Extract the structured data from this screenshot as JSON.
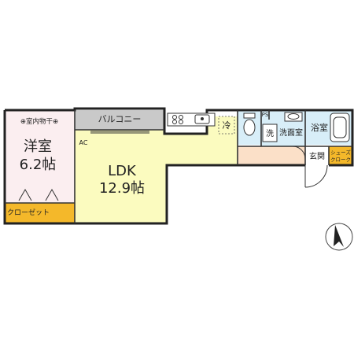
{
  "rooms": {
    "western": {
      "name": "洋室",
      "size": "6.2帖",
      "note": "⊕室内物干⊕"
    },
    "closet": "クローゼット",
    "balcony": "バルコニー",
    "ldk": {
      "name": "LDK",
      "size": "12.9帖"
    },
    "ac": "AC",
    "fridge": "冷",
    "ps": "PS",
    "washer": "洗",
    "washroom": "洗面室",
    "bath": "浴室",
    "entrance": "玄関",
    "shoe": {
      "line1": "シューズ",
      "line2": "クローク"
    }
  },
  "colors": {
    "western_room": "#fbeef0",
    "ldk": "#fbfbbf",
    "closet": "#f4b82a",
    "balcony": "#c9c9c9",
    "water": "#d8eef8",
    "corridor": "#fbe0c8",
    "shoe": "#f4b82a"
  },
  "compass": {
    "icon": "north-arrow-icon"
  }
}
